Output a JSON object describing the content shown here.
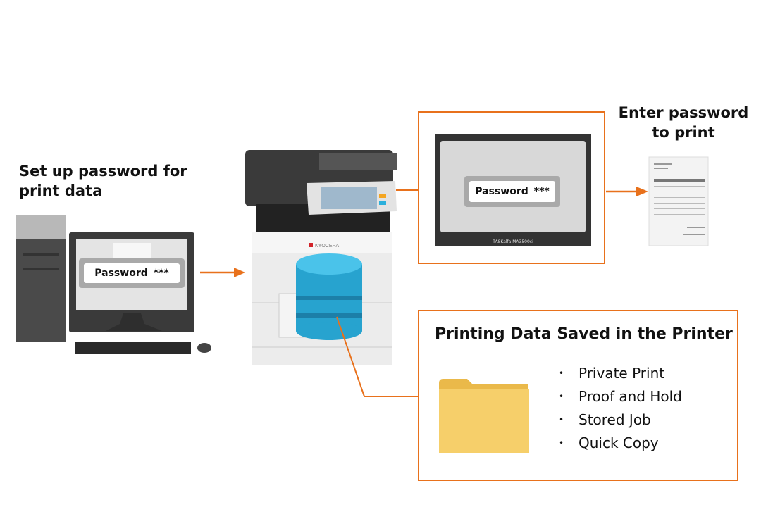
{
  "left_label": {
    "line1": "Set up password for",
    "line2": "print data"
  },
  "pc_password": {
    "label": "Password",
    "mask": "***"
  },
  "panel_password": {
    "label": "Password",
    "mask": "***",
    "model": "TASKalfa MA3500ci"
  },
  "printer": {
    "brand_logo": "KYOCERA"
  },
  "right_label": {
    "line1": "Enter password",
    "line2": "to print"
  },
  "storage_box": {
    "title": "Printing Data Saved in the Printer",
    "items": [
      "Private Print",
      "Proof and Hold",
      "Stored Job",
      "Quick Copy"
    ]
  },
  "colors": {
    "accent": "#e8711c",
    "database": "#2bb0dc",
    "folder": "#f6cf6a"
  }
}
